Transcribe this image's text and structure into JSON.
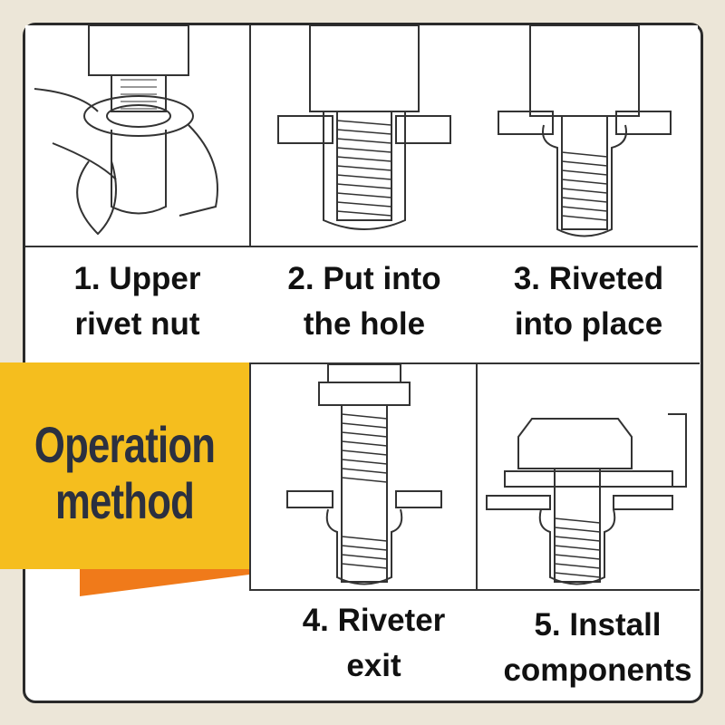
{
  "steps": [
    {
      "label_line1": "1. Upper",
      "label_line2": "rivet nut"
    },
    {
      "label_line1": "2. Put into",
      "label_line2": "the hole"
    },
    {
      "label_line1": "3. Riveted",
      "label_line2": "into place"
    },
    {
      "label_line1": "4. Riveter",
      "label_line2": "exit"
    },
    {
      "label_line1": "5. Install",
      "label_line2": "components"
    }
  ],
  "banner": {
    "line1": "Operation",
    "line2": "method"
  },
  "colors": {
    "banner": "#f5be1e",
    "accent": "#f07a1a",
    "text": "#2b3040"
  }
}
